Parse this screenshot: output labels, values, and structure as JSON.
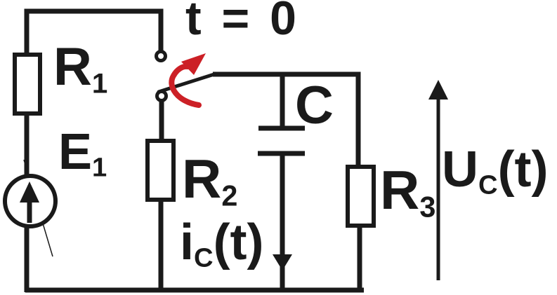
{
  "diagram": {
    "type": "circuit-schematic",
    "annotation": {
      "switch_time": "t = 0"
    },
    "labels": {
      "r1": {
        "base": "R",
        "sub": "1",
        "suffix": ""
      },
      "e1": {
        "base": "E",
        "sub": "1",
        "suffix": ""
      },
      "r2": {
        "base": "R",
        "sub": "2",
        "suffix": ""
      },
      "c": {
        "base": "C",
        "sub": "",
        "suffix": ""
      },
      "r3": {
        "base": "R",
        "sub": "3",
        "suffix": ""
      },
      "current": {
        "base": "i",
        "sub": "C",
        "suffix": "(t)"
      },
      "voltage": {
        "base": "U",
        "sub": "C",
        "suffix": "(t)"
      }
    },
    "icons": {
      "switch_closing_arrow": "curved-arrow-up-right",
      "source_arrow": "arrow-up",
      "current_arrow": "arrow-down",
      "voltage_arrow": "arrow-up"
    },
    "colors": {
      "ink": "#1a1a1a",
      "accent_red": "#cc2026",
      "background": "#ffffff"
    }
  }
}
